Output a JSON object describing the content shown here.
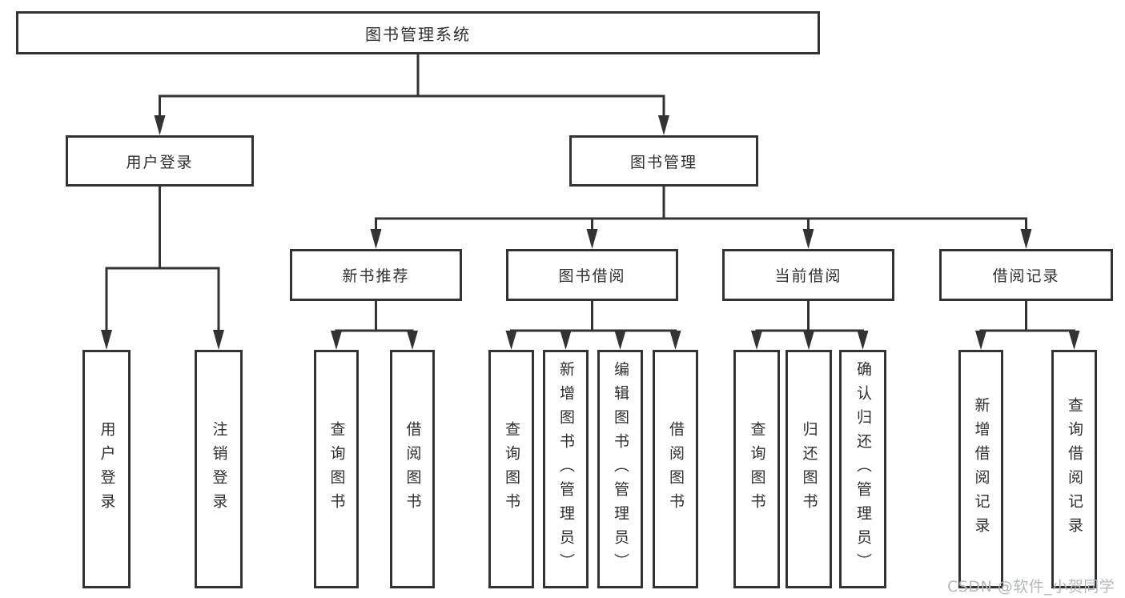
{
  "nodes": {
    "root": {
      "label": "图书管理系统"
    },
    "login": {
      "label": "用户登录"
    },
    "mgmt": {
      "label": "图书管理"
    },
    "recommend": {
      "label": "新书推荐"
    },
    "borrow": {
      "label": "图书借阅"
    },
    "current": {
      "label": "当前借阅"
    },
    "records": {
      "label": "借阅记录"
    },
    "leaves": {
      "login": [
        "用户登录",
        "注销登录"
      ],
      "recommend": [
        "查询图书",
        "借阅图书"
      ],
      "borrow": [
        "查询图书",
        "新增图书（管理员）",
        "编辑图书（管理员）",
        "借阅图书"
      ],
      "current": [
        "查询图书",
        "归还图书",
        "确认归还（管理员）"
      ],
      "records": [
        "新增借阅记录",
        "查询借阅记录"
      ]
    }
  },
  "watermark": "CSDN @软件_小贺同学",
  "colors": {
    "line": "#333333",
    "text": "#2f2f2f",
    "box_bg": "#ffffff",
    "page_bg": "#ffffff",
    "watermark": "#b4b7bc"
  }
}
